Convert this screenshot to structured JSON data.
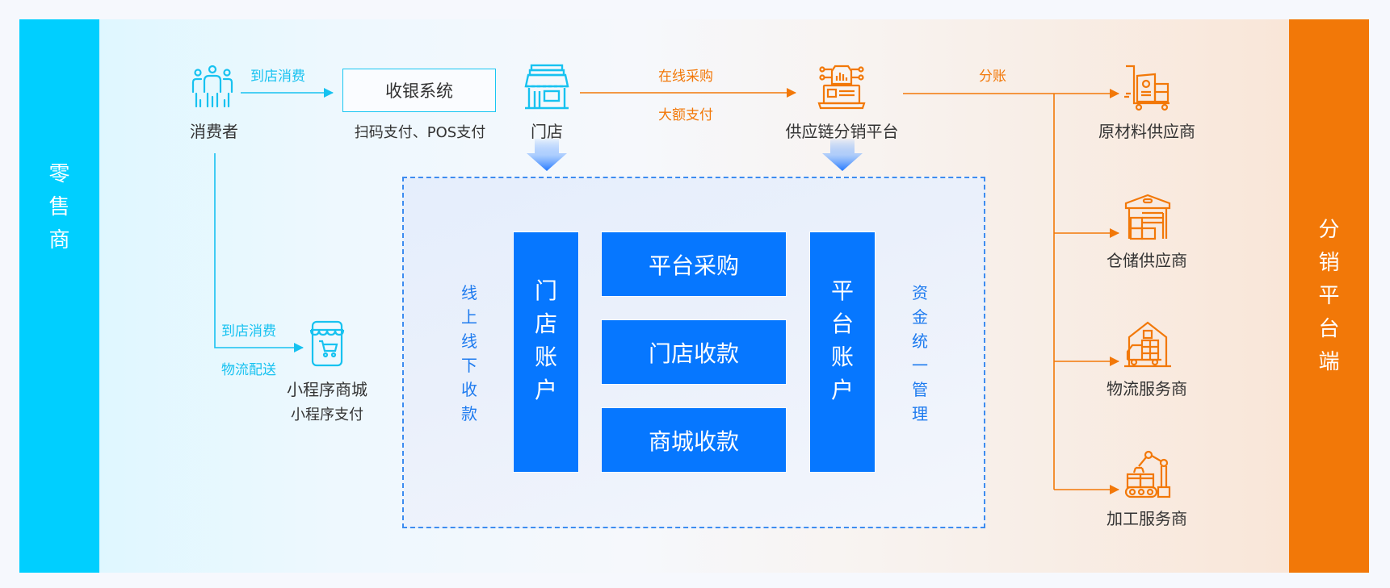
{
  "colors": {
    "retail_accent": "#00cfff",
    "distribution_accent": "#f27808",
    "account_blue": "#0677ff",
    "dashed_border": "#3d8cf0",
    "flow_cyan": "#17c2f0"
  },
  "sides": {
    "left": {
      "chars": [
        "零",
        "售",
        "商"
      ],
      "label": "零售商"
    },
    "right": {
      "chars": [
        "分",
        "销",
        "平",
        "台",
        "端"
      ],
      "label": "分销平台端"
    }
  },
  "retail_flow": {
    "consumer": {
      "label": "消费者",
      "icon": "people-group-icon"
    },
    "consumer_to_cashier_label": "到店消费",
    "cashier": {
      "label": "收银系统",
      "sublabel": "扫码支付、POS支付"
    },
    "store": {
      "label": "门店",
      "icon": "storefront-icon"
    },
    "mini_program": {
      "label": "小程序商城",
      "sublabel": "小程序支付",
      "icon": "mobile-shop-cart-icon",
      "arrow_label_top": "到店消费",
      "arrow_label_bottom": "物流配送"
    }
  },
  "supply_flow": {
    "store_to_platform_top": "在线采购",
    "store_to_platform_bottom": "大额支付",
    "platform": {
      "label": "供应链分销平台",
      "icon": "platform-laptop-gear-icon"
    },
    "split_label": "分账",
    "suppliers": [
      {
        "label": "原材料供应商",
        "icon": "cart-materials-icon"
      },
      {
        "label": "仓储供应商",
        "icon": "warehouse-icon"
      },
      {
        "label": "物流服务商",
        "icon": "truck-warehouse-icon"
      },
      {
        "label": "加工服务商",
        "icon": "robot-arm-icon"
      }
    ]
  },
  "accounts": {
    "left_caption_chars": [
      "线",
      "上",
      "线",
      "下",
      "收",
      "款"
    ],
    "right_caption_chars": [
      "资",
      "金",
      "统",
      "一",
      "管",
      "理"
    ],
    "store_account_chars": [
      "门",
      "店",
      "账",
      "户"
    ],
    "platform_account_chars": [
      "平",
      "台",
      "账",
      "户"
    ],
    "middle_boxes": [
      "平台采购",
      "门店收款",
      "商城收款"
    ]
  }
}
